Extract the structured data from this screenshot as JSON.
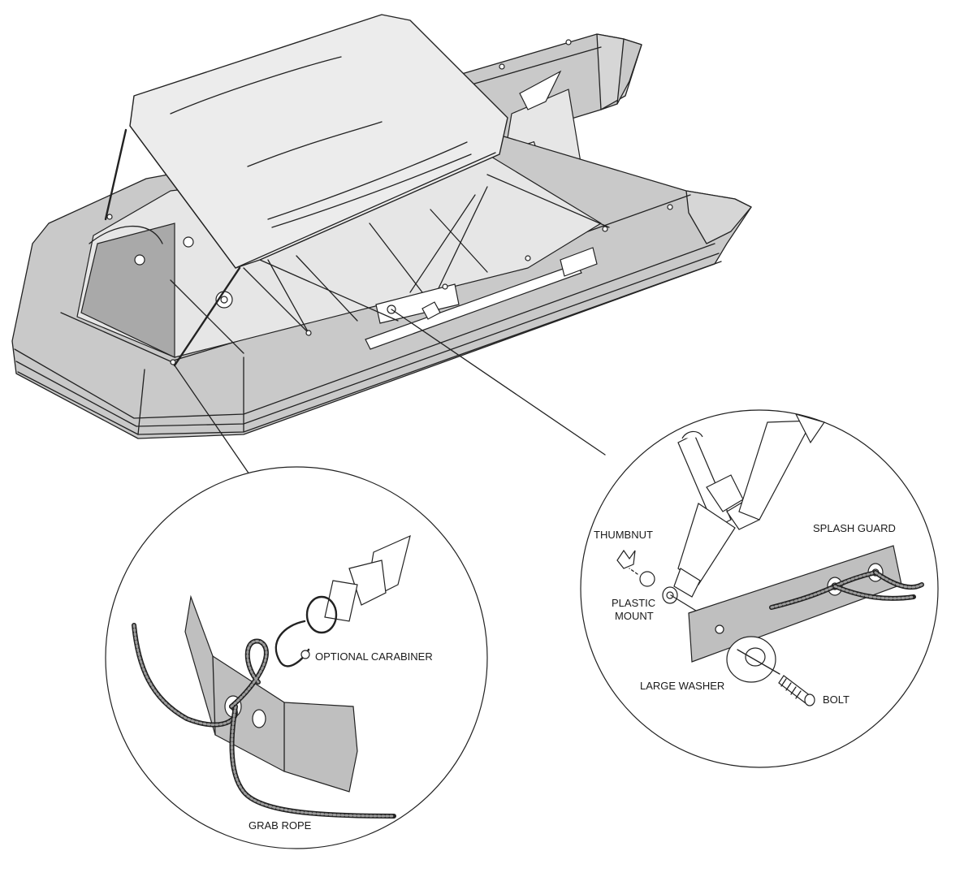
{
  "labels": {
    "thumbnut": "THUMBNUT",
    "splash_guard": "SPLASH GUARD",
    "plastic_mount_line1": "PLASTIC",
    "plastic_mount_line2": "MOUNT",
    "large_washer": "LARGE WASHER",
    "bolt": "BOLT",
    "optional_carabiner": "OPTIONAL CARABINER",
    "grab_rope": "GRAB ROPE"
  },
  "colors": {
    "ink": "#222222",
    "tube_gray": "#c9c9c9",
    "floor_gray": "#e6e6e6",
    "inner_shadow": "#a9a9a9",
    "canopy": "#ececec",
    "background": "#ffffff"
  }
}
